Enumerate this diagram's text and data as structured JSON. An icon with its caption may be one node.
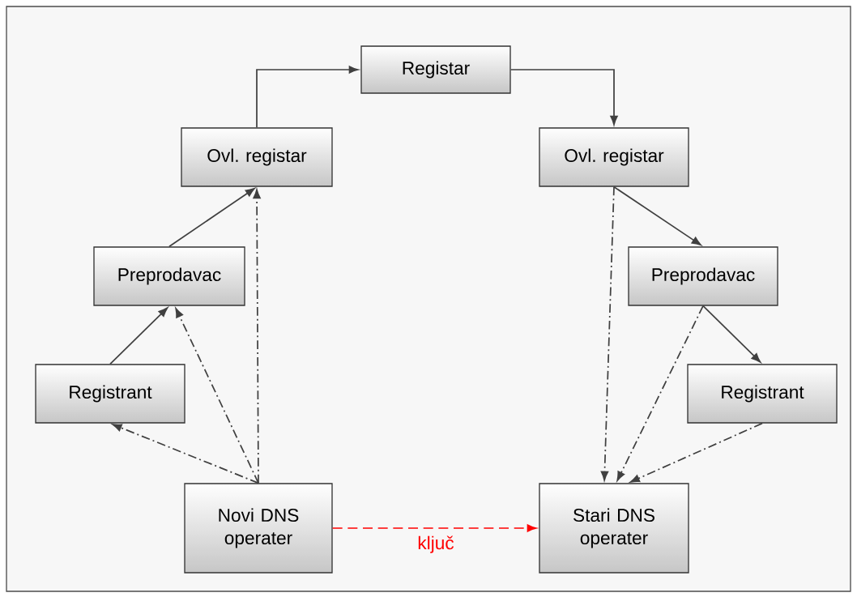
{
  "diagram": {
    "nodes": [
      {
        "text": [
          "Registar"
        ]
      },
      {
        "text": [
          "Ovl. registar"
        ]
      },
      {
        "text": [
          "Preprodavac"
        ]
      },
      {
        "text": [
          "Registrant"
        ]
      },
      {
        "text": [
          "Novi DNS operater"
        ]
      },
      {
        "text": [
          "Ovl. registar"
        ]
      },
      {
        "text": [
          "Preprodavac"
        ]
      },
      {
        "text": [
          "Registrant"
        ]
      },
      {
        "text": [
          "Stari DNS operater"
        ]
      }
    ],
    "edges": [
      {
        "from": 1,
        "to": 0,
        "arrow": "to"
      },
      {
        "from": 0,
        "to": 5,
        "arrow": "to"
      },
      {
        "from": 5,
        "to": 6,
        "arrow": "to"
      },
      {
        "from": 6,
        "to": 7,
        "arrow": "to"
      },
      {
        "from": 3,
        "to": 2,
        "arrow": "to"
      },
      {
        "from": 2,
        "to": 1,
        "arrow": "to"
      },
      {
        "from": 4,
        "to": 3,
        "arrow": "to",
        "style": "dashed"
      },
      {
        "from": 4,
        "to": 2,
        "arrow": "to",
        "style": "dashed"
      },
      {
        "from": 4,
        "to": 1,
        "arrow": "to",
        "style": "dashed"
      },
      {
        "from": 5,
        "to": 8,
        "arrow": "to",
        "style": "dashed"
      },
      {
        "from": 6,
        "to": 8,
        "arrow": "to",
        "style": "dashed"
      },
      {
        "from": 7,
        "to": 8,
        "arrow": "to",
        "style": "dashed"
      },
      {
        "from": 4,
        "to": 8,
        "arrow": "to",
        "style": "dashed",
        "color": "#ff0000",
        "label": "ključ"
      }
    ]
  }
}
